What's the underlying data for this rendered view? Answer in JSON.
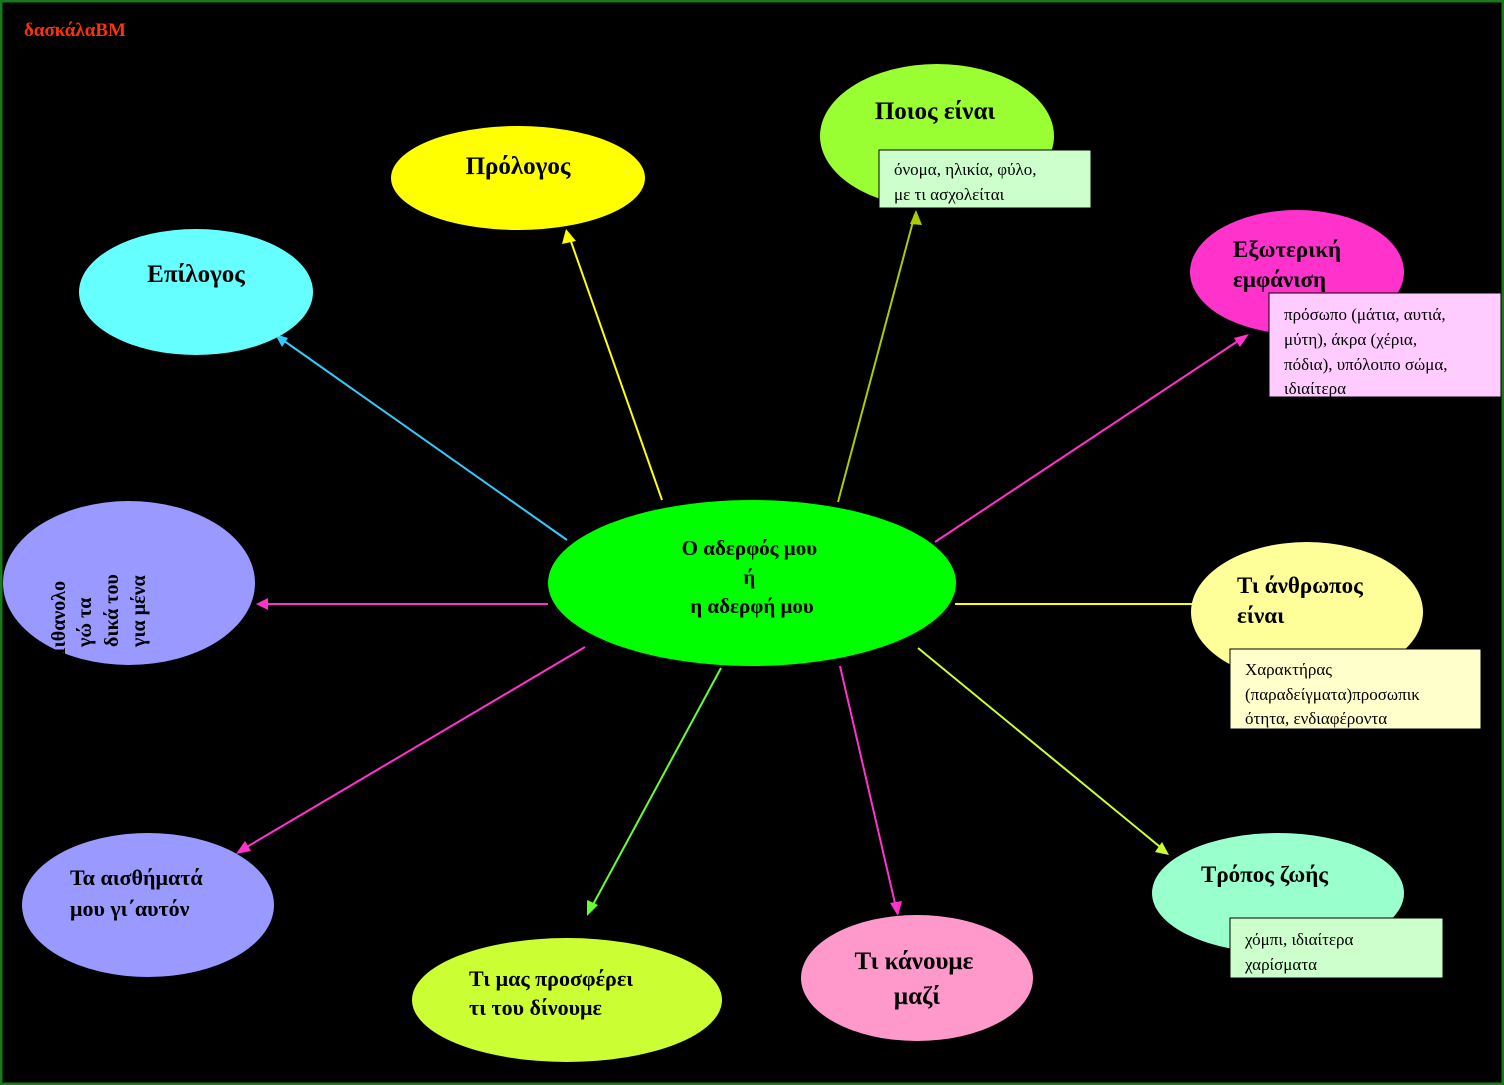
{
  "watermark": "δασκάλαΒΜ",
  "colors": {
    "background": "#000000",
    "frame": "#1a7a1a",
    "center": "#00ff00",
    "prologue": "#ffff00",
    "epilogue": "#66ffff",
    "who": "#99ff33",
    "appearance": "#ff33cc",
    "character": "#ffff99",
    "lifestyle": "#99ffcc",
    "together": "#ff99cc",
    "offers": "#ccff33",
    "feelings": "#9999ff",
    "probably": "#9999ff"
  },
  "center": {
    "lines": [
      "Ο αδερφός μου",
      "ή",
      "η αδερφή μου"
    ]
  },
  "nodes": {
    "prologue": {
      "lines": [
        "Πρόλογος"
      ]
    },
    "epilogue": {
      "lines": [
        "Επίλογος"
      ]
    },
    "who": {
      "lines": [
        "Ποιος είναι"
      ],
      "note": [
        "όνομα, ηλικία, φύλο,",
        "με τι ασχολείται"
      ]
    },
    "appearance": {
      "lines": [
        "Εξωτερική",
        "εμφάνιση"
      ],
      "note": [
        "πρόσωπο (μάτια, αυτιά,",
        "μύτη), άκρα (χέρια,",
        "πόδια), υπόλοιπο σώμα,",
        "ιδιαίτερα"
      ]
    },
    "character": {
      "lines": [
        "Τι άνθρωπος",
        "είναι"
      ],
      "note": [
        "Χαρακτήρας",
        "(παραδείγματα)προσωπικ",
        "ότητα, ενδιαφέροντα"
      ]
    },
    "lifestyle": {
      "lines": [
        "Τρόπος ζωής"
      ],
      "note": [
        "χόμπι, ιδιαίτερα",
        "χαρίσματα"
      ]
    },
    "together": {
      "lines": [
        "Τι κάνουμε",
        "μαζί"
      ]
    },
    "offers": {
      "lines": [
        "Τι μας προσφέρει",
        "τι του δίνουμε"
      ]
    },
    "feelings": {
      "lines": [
        "Τα αισθήματά",
        "μου γι΄αυτόν"
      ]
    },
    "probably": {
      "lines": [
        "Πιθανολο",
        "γώ τα",
        "δικά του",
        "για μένα"
      ]
    }
  }
}
